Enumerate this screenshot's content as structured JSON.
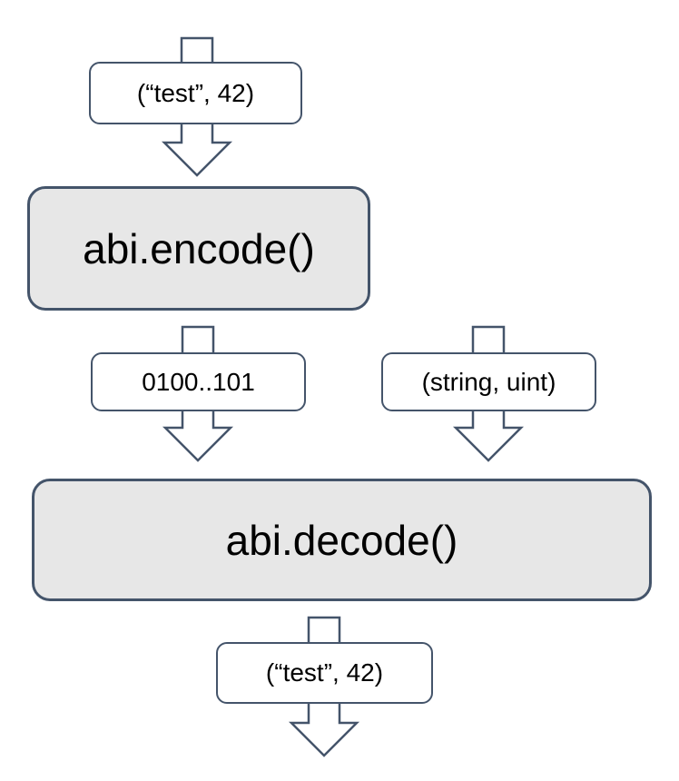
{
  "diagram": {
    "title": "abi encode decode flow",
    "colors": {
      "outline": "#44546a",
      "process_fill": "#e7e7e7",
      "data_fill": "#ffffff",
      "text": "#000000",
      "background": "#ffffff"
    },
    "nodes": {
      "input": {
        "label": "(“test”, 42)",
        "kind": "data"
      },
      "encode": {
        "label": "abi.encode()",
        "kind": "process"
      },
      "bytes": {
        "label": "0100..101",
        "kind": "data"
      },
      "types": {
        "label": "(string, uint)",
        "kind": "data"
      },
      "decode": {
        "label": "abi.decode()",
        "kind": "process"
      },
      "output": {
        "label": "(“test”, 42)",
        "kind": "data"
      }
    },
    "edges": [
      {
        "from": "input",
        "to": "encode"
      },
      {
        "from": "encode",
        "to": "bytes"
      },
      {
        "from": "bytes",
        "to": "decode"
      },
      {
        "from": "types",
        "to": "decode"
      },
      {
        "from": "decode",
        "to": "output"
      },
      {
        "from": "output",
        "to": "out"
      }
    ]
  }
}
